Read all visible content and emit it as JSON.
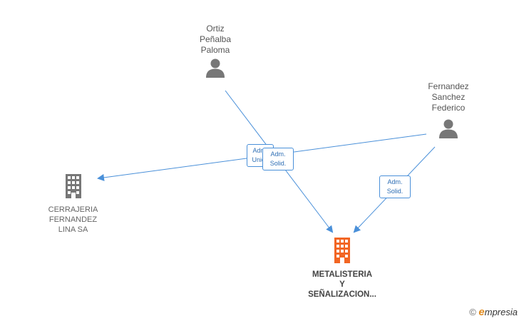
{
  "people": {
    "ortiz": {
      "name": "Ortiz\nPeñalba\nPaloma"
    },
    "fernandez": {
      "name": "Fernandez\nSanchez\nFederico"
    }
  },
  "companies": {
    "cerrajeria": {
      "name": "CERRAJERIA\nFERNANDEZ\nLINA SA"
    },
    "metalisteria": {
      "name": "METALISTERIA\nY\nSEÑALIZACION..."
    }
  },
  "edge_labels": {
    "adm_unico": "Adm.\nUnico",
    "adm_solid_center": "Adm.\nSolid.",
    "adm_solid_right": "Adm.\nSolid."
  },
  "colors": {
    "edge": "#4a90d9",
    "person_icon": "#777777",
    "company_icon": "#777777",
    "main_company_icon": "#f26522"
  },
  "footer": {
    "copyright_symbol": "©",
    "brand_initial": "e",
    "brand_rest": "mpresia"
  }
}
